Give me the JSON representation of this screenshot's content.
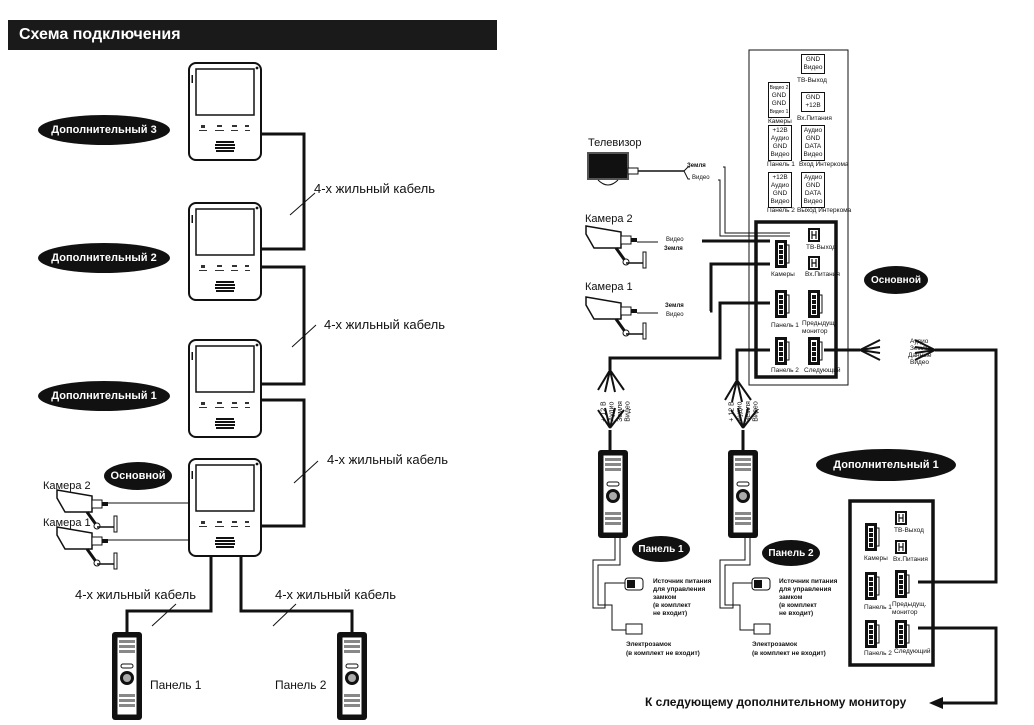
{
  "title": "Схема подключения",
  "left_diagram": {
    "monitors": [
      {
        "label": "Дополнительный 3"
      },
      {
        "label": "Дополнительный 2"
      },
      {
        "label": "Дополнительный 1"
      },
      {
        "label": "Основной"
      }
    ],
    "cable_label": "4-х жильный кабель",
    "cameras": [
      "Камера 2",
      "Камера 1"
    ],
    "panels": [
      "Панель 1",
      "Панель 2"
    ]
  },
  "right_diagram": {
    "tv_label": "Телевизор",
    "camera2_label": "Камера 2",
    "camera1_label": "Камера 1",
    "wire_ground": "Земля",
    "wire_video": "Видео",
    "main_label": "Основной",
    "additional_label": "Дополнительный 1",
    "panel1_label": "Панель 1",
    "panel2_label": "Панель 2",
    "panel_wires": [
      "+ 12 В",
      "Аудио",
      "Земля",
      "Видео"
    ],
    "intercom_wires": [
      "Аудио",
      "Земля",
      "Данные",
      "Видео"
    ],
    "power_source": [
      "Источник питания",
      "для управления",
      "замком",
      "(в комплект",
      "не входит)"
    ],
    "lock": [
      "Электрозамок",
      "(в комплект не входит)"
    ],
    "next_monitor": "К следующему дополнительному монитору",
    "pinout": [
      {
        "pins": [
          "GND",
          "Видео"
        ],
        "caption": "ТВ-Выход"
      },
      {
        "pins": [
          "Видео 2",
          "GND",
          "GND",
          "Видео 1"
        ],
        "caption": "Камеры"
      },
      {
        "pins": [
          "GND",
          "+12В"
        ],
        "caption": "Вх.Питания"
      },
      {
        "pins": [
          "+12В",
          "Аудио",
          "GND",
          "Видео"
        ],
        "caption": "Панель 1"
      },
      {
        "pins": [
          "Аудио",
          "GND",
          "DATA",
          "Видео"
        ],
        "caption": "Вход Интеркома"
      },
      {
        "pins": [
          "+12В",
          "Аудио",
          "GND",
          "Видео"
        ],
        "caption": "Панель 2"
      },
      {
        "pins": [
          "Аудио",
          "GND",
          "DATA",
          "Видео"
        ],
        "caption": "Выход Интеркома"
      }
    ],
    "connectors": {
      "tv_out": "ТВ-Выход",
      "power_in": "Вх.Питания",
      "cameras": "Камеры",
      "panel1": "Панель 1",
      "prev_monitor": "Предыдущ. монитор",
      "panel2": "Панель 2",
      "next": "Следующий"
    }
  }
}
